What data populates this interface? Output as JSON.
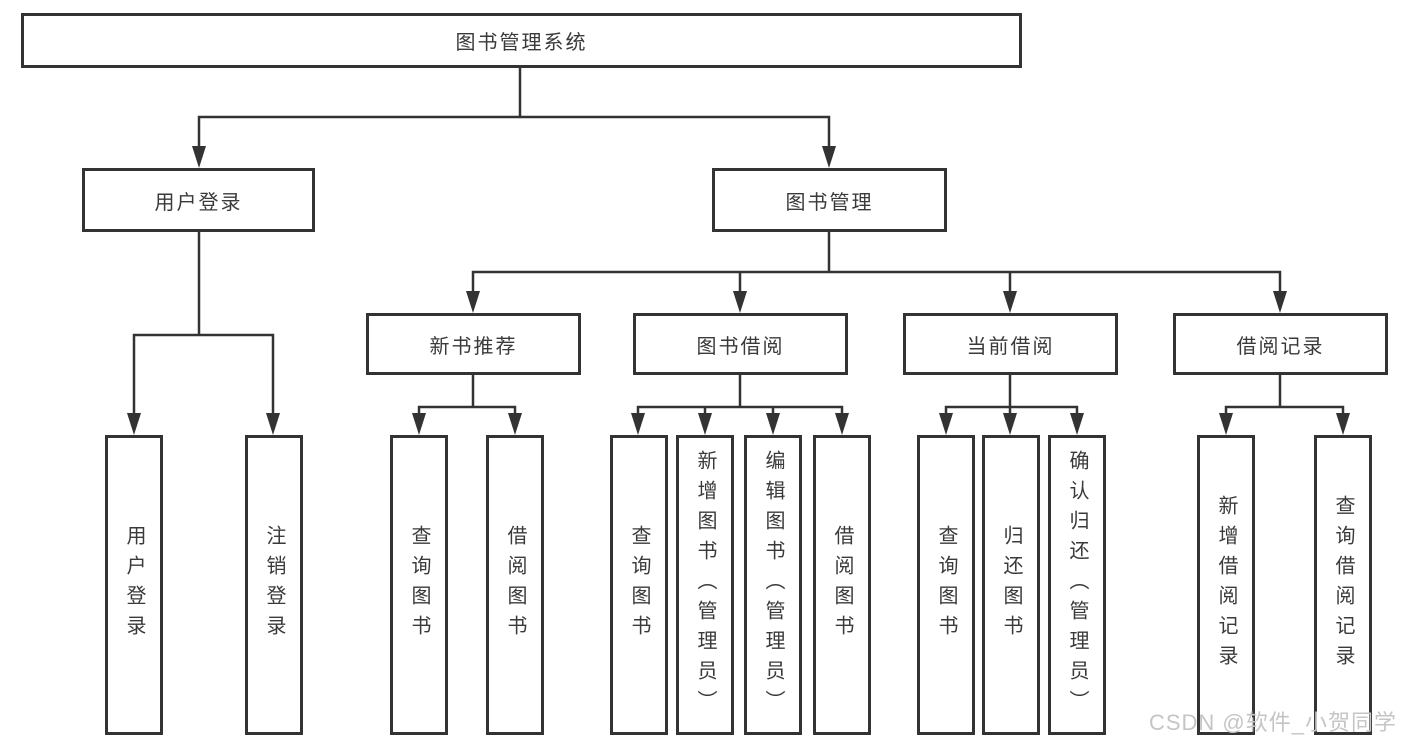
{
  "diagram": {
    "root": {
      "label": "图书管理系统"
    },
    "level2": [
      {
        "label": "用户登录"
      },
      {
        "label": "图书管理"
      }
    ],
    "level3": [
      {
        "label": "新书推荐"
      },
      {
        "label": "图书借阅"
      },
      {
        "label": "当前借阅"
      },
      {
        "label": "借阅记录"
      }
    ],
    "leaves": {
      "user_login": [
        "用户登录",
        "注销登录"
      ],
      "new_book": [
        "查询图书",
        "借阅图书"
      ],
      "book_borrow": [
        "查询图书",
        "新增图书（管理员）",
        "编辑图书（管理员）",
        "借阅图书"
      ],
      "current_borrow": [
        "查询图书",
        "归还图书",
        "确认归还（管理员）"
      ],
      "borrow_records": [
        "新增借阅记录",
        "查询借阅记录"
      ]
    }
  },
  "watermark": {
    "text": "CSDN @软件_小贺同学"
  },
  "colors": {
    "line": "#333333",
    "box_border": "#333333",
    "text": "#3a3a3a",
    "background": "#ffffff",
    "watermark": "#c5c5c5"
  }
}
